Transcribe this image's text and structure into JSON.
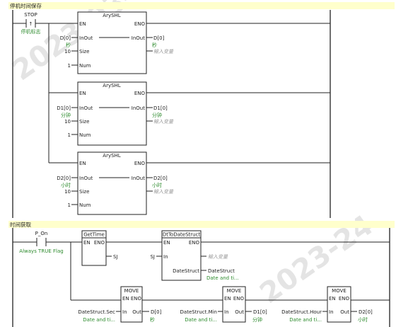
{
  "sections": [
    {
      "title": "停机时间保存"
    },
    {
      "title": "时间获取"
    }
  ],
  "stop_contact": {
    "name": "STOP",
    "comment": "停机标志"
  },
  "p_on_contact": {
    "name": "P_On",
    "comment": "Always TRUE Flag"
  },
  "pin_labels": {
    "en": "EN",
    "eno": "ENO",
    "inout": "InOut",
    "size": "Size",
    "num": "Num",
    "in": "In",
    "out": "Out",
    "datestruct": "DateStruct"
  },
  "placeholder": "输入变量",
  "arys": [
    {
      "title": "ArySHL",
      "in_var": "D[0]",
      "in_comment": "秒",
      "size": "10",
      "num": "1",
      "out_var": "D[0]",
      "out_comment": "秒"
    },
    {
      "title": "ArySHL",
      "in_var": "D1[0]",
      "in_comment": "分钟",
      "size": "10",
      "num": "1",
      "out_var": "D1[0]",
      "out_comment": "分钟"
    },
    {
      "title": "ArySHL",
      "in_var": "D2[0]",
      "in_comment": "小时",
      "size": "10",
      "num": "1",
      "out_var": "D2[0]",
      "out_comment": "小时"
    }
  ],
  "gettime": {
    "title": "GetTime",
    "out_var": "SJ"
  },
  "dtds": {
    "title": "DtToDateStruct",
    "in_var": "SJ",
    "out_var": "DateStruct",
    "out_comment": "Date and ti..."
  },
  "moves": [
    {
      "title": "MOVE",
      "in_var": "DateStruct.Sec",
      "in_comment": "Date and ti...",
      "out_var": "D[0]",
      "out_comment": "秒"
    },
    {
      "title": "MOVE",
      "in_var": "DateStruct.Min",
      "in_comment": "Date and ti...",
      "out_var": "D1[0]",
      "out_comment": "分钟"
    },
    {
      "title": "MOVE",
      "in_var": "DateStruct.Hour",
      "in_comment": "Date and ti...",
      "out_var": "D2[0]",
      "out_comment": "小时"
    }
  ],
  "watermarks": [
    "2023-03-24",
    "2023-24"
  ]
}
